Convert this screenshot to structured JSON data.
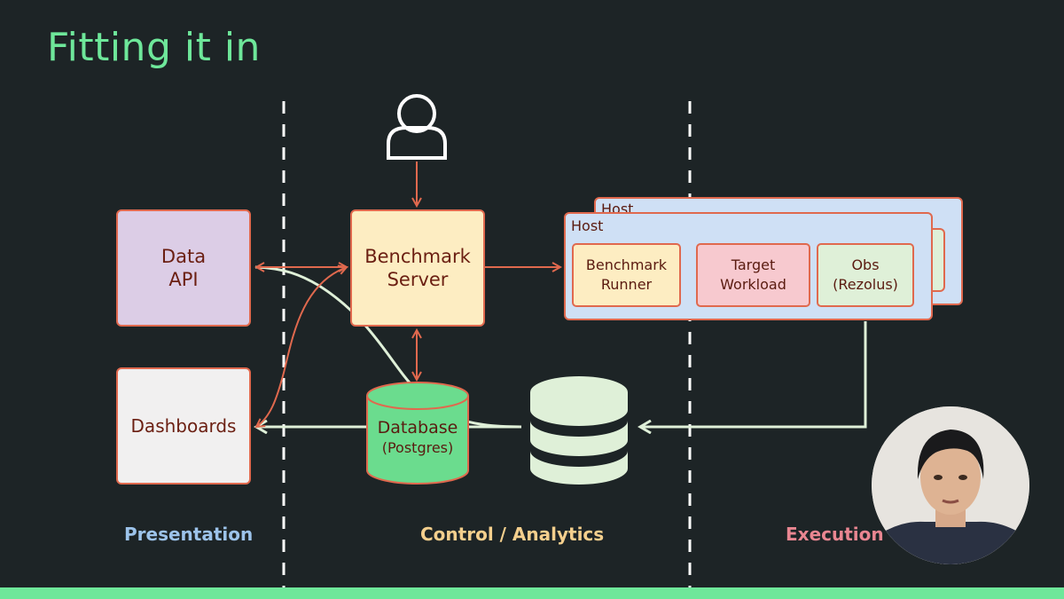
{
  "slide": {
    "title": "Fitting it in"
  },
  "boxes": {
    "data_api": [
      "Data",
      "API"
    ],
    "dashboards": "Dashboards",
    "benchmark_server": [
      "Benchmark",
      "Server"
    ],
    "host_back_label": "Host",
    "host_front_label": "Host",
    "benchmark_runner": [
      "Benchmark",
      "Runner"
    ],
    "target_workload": [
      "Target",
      "Workload"
    ],
    "obs": [
      "Obs",
      "(Rezolus)"
    ],
    "database": [
      "Database",
      "(Postgres)"
    ]
  },
  "sections": {
    "presentation": "Presentation",
    "control": "Control / Analytics",
    "execution": "Execution"
  },
  "icons": {
    "user": "user-icon",
    "database_stack": "database-stack-icon",
    "presenter": "presenter-video"
  },
  "colors": {
    "background": "#1d2426",
    "title": "#6ee79a",
    "arrow_control": "#e0694e",
    "arrow_data": "#dff0d8",
    "presentation": "#9cc3ea",
    "control": "#f4cf8d",
    "execution": "#e98691",
    "database": "#6bdc8e"
  }
}
